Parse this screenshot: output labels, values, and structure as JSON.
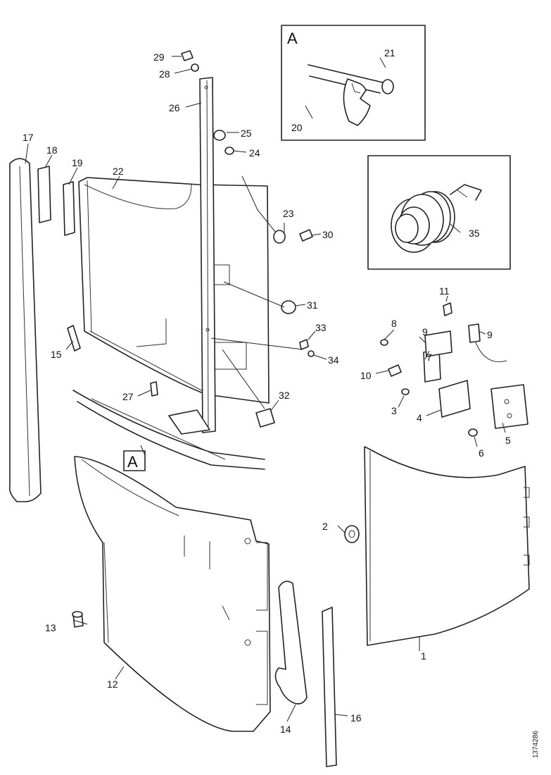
{
  "detail_a": {
    "label": "A",
    "parts": [
      "21",
      "20"
    ]
  },
  "detail_b": {
    "parts": [
      "35"
    ]
  },
  "view_marker": "A",
  "callouts": {
    "p1": "1",
    "p2": "2",
    "p3": "3",
    "p4": "4",
    "p5": "5",
    "p6": "6",
    "p7": "7",
    "p8": "8",
    "p9a": "9",
    "p9b": "9",
    "p10": "10",
    "p11": "11",
    "p12": "12",
    "p13": "13",
    "p14": "14",
    "p15": "15",
    "p16": "16",
    "p17": "17",
    "p18": "18",
    "p19": "19",
    "p20": "20",
    "p21": "21",
    "p22": "22",
    "p23": "23",
    "p24": "24",
    "p25": "25",
    "p26": "26",
    "p27": "27",
    "p28": "28",
    "p29": "29",
    "p30": "30",
    "p31": "31",
    "p32": "32",
    "p33": "33",
    "p34": "34",
    "p35": "35"
  },
  "reference_code": "1374286"
}
